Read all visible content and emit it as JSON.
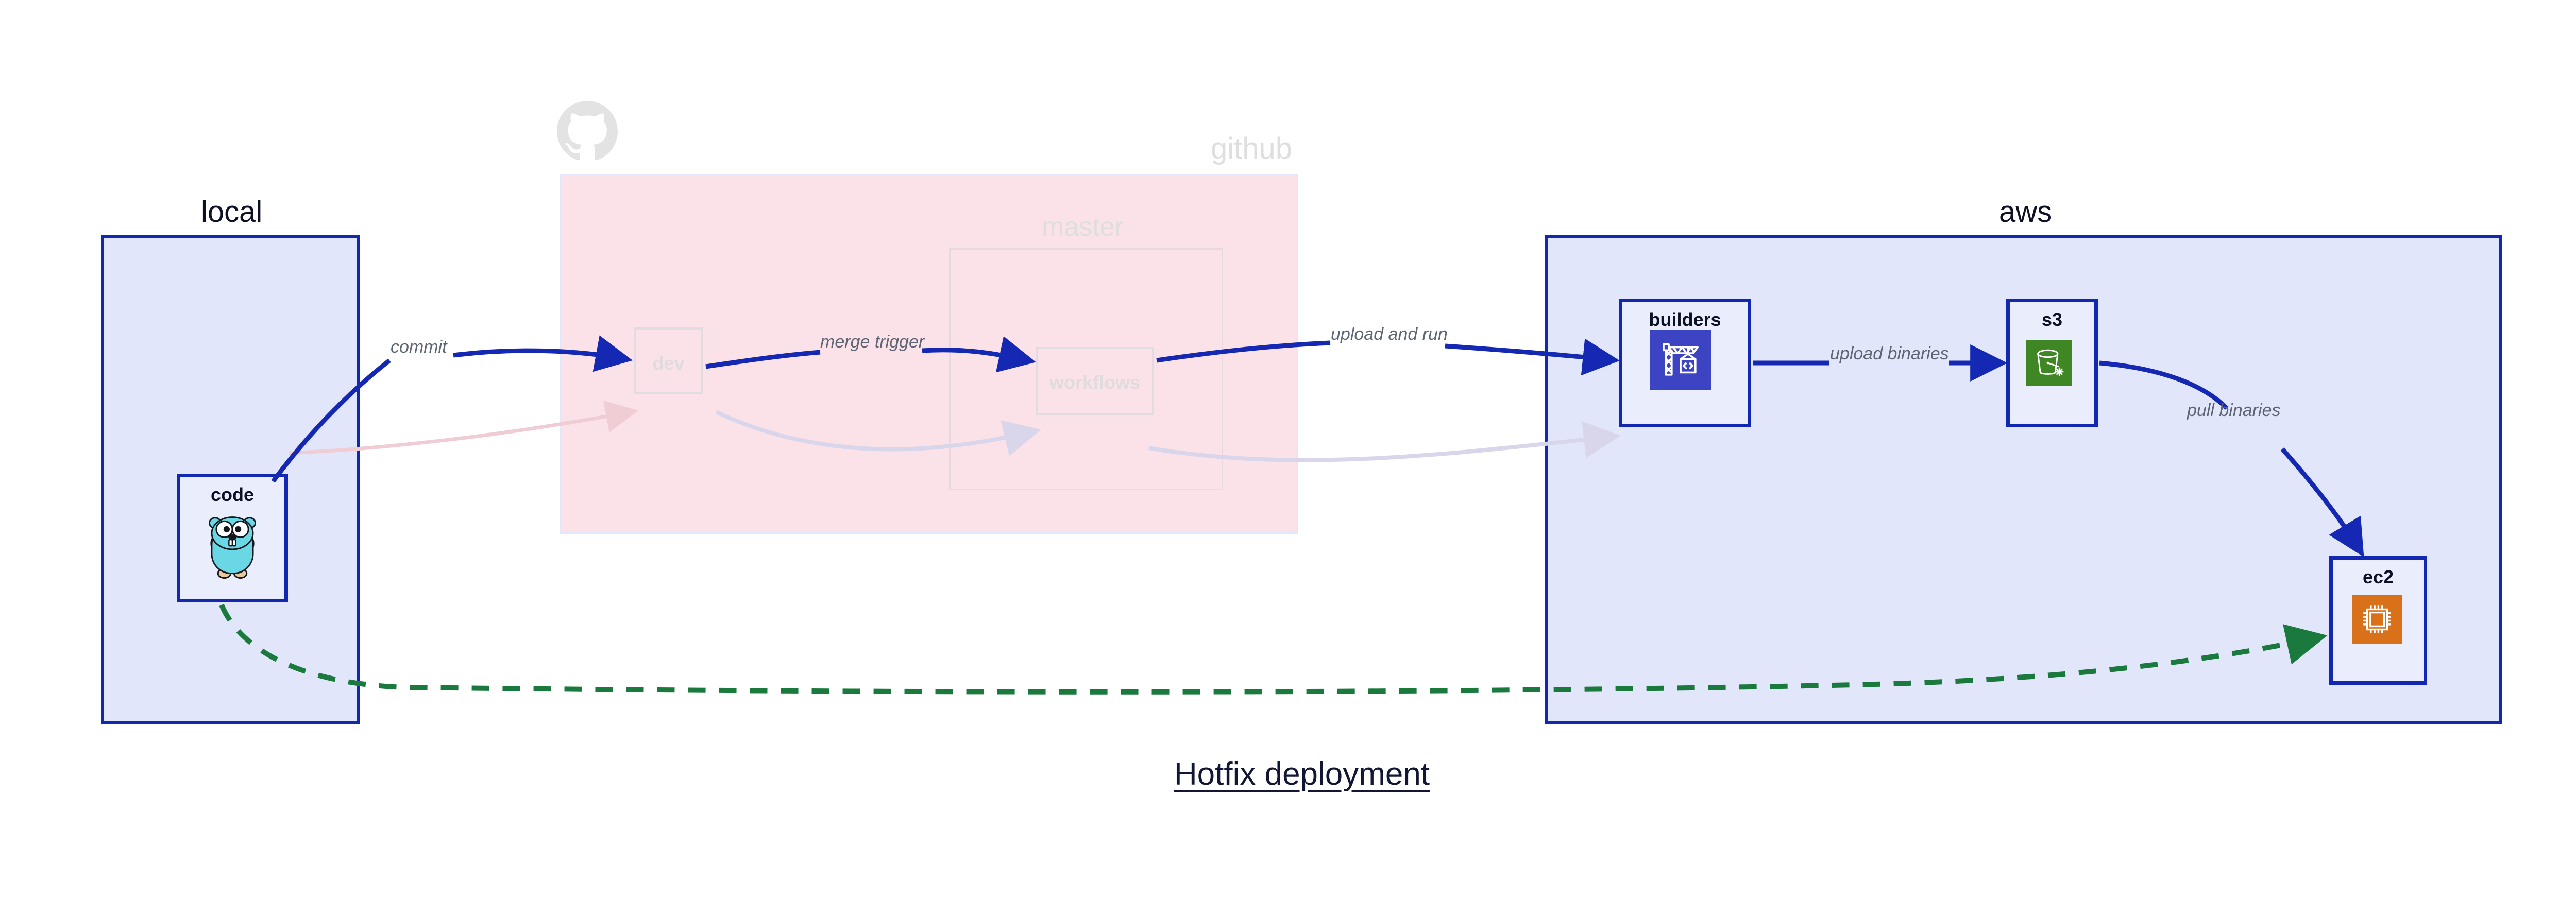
{
  "title": "Hotfix deployment",
  "colors": {
    "container_border_blue": "#1228b0",
    "container_fill_blue": "#e2e6fa",
    "github_fill_pink": "#fae2e8",
    "arrow_blue": "#1428b4",
    "arrow_green": "#1a7a3e",
    "ghost_grey": "#dedede",
    "label_grey": "#5d6472",
    "title_navy": "#111733",
    "codebuild_indigo": "#3c44c4",
    "s3_green": "#3f8624",
    "ec2_orange": "#d9701a",
    "gopher_teal": "#6ad7e5"
  },
  "groups": [
    {
      "id": "local",
      "label": "local",
      "ghost": false
    },
    {
      "id": "github",
      "label": "github",
      "ghost": true
    },
    {
      "id": "master",
      "label": "master",
      "ghost": true
    },
    {
      "id": "aws",
      "label": "aws",
      "ghost": false
    }
  ],
  "nodes": [
    {
      "id": "code",
      "label": "code",
      "icon": "go-gopher-icon",
      "ghost": false
    },
    {
      "id": "dev",
      "label": "dev",
      "icon": "none",
      "ghost": true
    },
    {
      "id": "workflows",
      "label": "workflows",
      "icon": "none",
      "ghost": true
    },
    {
      "id": "builders",
      "label": "builders",
      "icon": "aws-codebuild-icon",
      "ghost": false
    },
    {
      "id": "s3",
      "label": "s3",
      "icon": "aws-s3-icon",
      "ghost": false
    },
    {
      "id": "ec2",
      "label": "ec2",
      "icon": "aws-ec2-icon",
      "ghost": false
    }
  ],
  "edges": [
    {
      "id": "commit",
      "label": "commit",
      "from": "code",
      "to": "dev",
      "style": "solid-blue"
    },
    {
      "id": "merge-trigger",
      "label": "merge trigger",
      "from": "dev",
      "to": "workflows",
      "style": "solid-blue"
    },
    {
      "id": "upload-and-run",
      "label": "upload and run",
      "from": "workflows",
      "to": "builders",
      "style": "solid-blue"
    },
    {
      "id": "upload-binaries",
      "label": "upload binaries",
      "from": "builders",
      "to": "s3",
      "style": "solid-blue"
    },
    {
      "id": "pull-binaries",
      "label": "pull binaries",
      "from": "s3",
      "to": "ec2",
      "style": "solid-blue"
    },
    {
      "id": "hotfix-direct",
      "label": "",
      "from": "code",
      "to": "ec2",
      "style": "dashed-green"
    }
  ],
  "github_logo": {
    "name": "github-octocat-icon"
  }
}
